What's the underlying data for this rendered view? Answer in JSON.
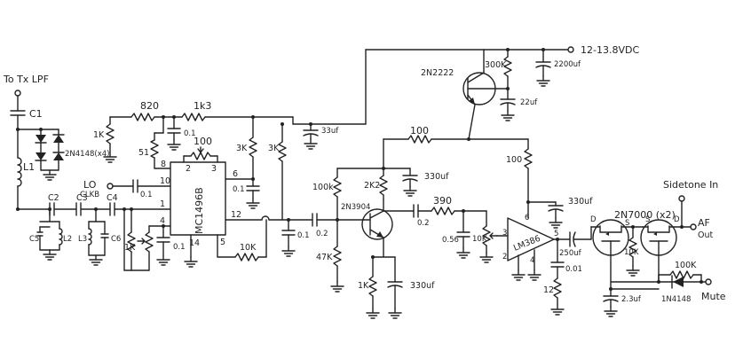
{
  "labels": {
    "to_tx_lpf": "To Tx LPF",
    "supply": "12-13.8VDC",
    "lo_line1": "LO",
    "lo_line2": "CLKB",
    "sidetone_in": "Sidetone In",
    "af_line1": "AF",
    "af_line2": "Out",
    "mute": "Mute"
  },
  "components": {
    "c1": "C1",
    "l1": "L1",
    "diodes_d": "2N4148(x4)",
    "r_1k_left": "1K",
    "r820": "820",
    "r1k3": "1k3",
    "c01_top": "0.1",
    "r51": "51",
    "pot100": "100",
    "r3k_a": "3K",
    "r3k_b": "3K",
    "c33uf": "33uf",
    "c01_mid": "0.1",
    "c01_lo": "0.1",
    "c2": "C2",
    "c3": "C3",
    "c4": "C4",
    "c5": "C5",
    "c6": "C6",
    "l2": "L2",
    "l3": "L3",
    "r1k_pot": "1K",
    "c01_pin4": "0.1",
    "mixer_ic": "MC1496B",
    "r10k_fb": "10K",
    "c01_out": "0.1",
    "c02": "0.2",
    "r100k": "100k",
    "r2k2": "2K2",
    "q1": "2N3904",
    "c330_q1": "330uf",
    "r47k": "47K",
    "r1k_e": "1K",
    "c330_e": "330uf",
    "c02_b": "0.2",
    "r390": "390",
    "c056": "0.56",
    "pot10k": "10K",
    "q2": "2N2222",
    "r300k": "300K",
    "c2200": "2200uf",
    "c22": "22uf",
    "r100_top": "100",
    "r100_right": "100",
    "audio_amp": "LM386",
    "c330_amp": "330uf",
    "c250": "250uf",
    "c001": "0.01",
    "r12": "12",
    "mosfets": "2N7000 (x2)",
    "r10k_gate": "10K",
    "r100k_mute": "100K",
    "c23": "2.3uf",
    "d_mute": "1N4148"
  },
  "pins": {
    "p1": "1",
    "p2": "2",
    "p3": "3",
    "p4": "4",
    "p5": "5",
    "p6": "6",
    "p8": "8",
    "p10": "10",
    "p12": "12",
    "p14": "14",
    "amp_pin2": "2",
    "amp_pin3": "3",
    "amp_pin4": "4",
    "amp_pin5": "5",
    "amp_pin6": "6",
    "q_d1": "D",
    "q_s1": "S",
    "q_s2": "S",
    "q_d2": "D"
  }
}
